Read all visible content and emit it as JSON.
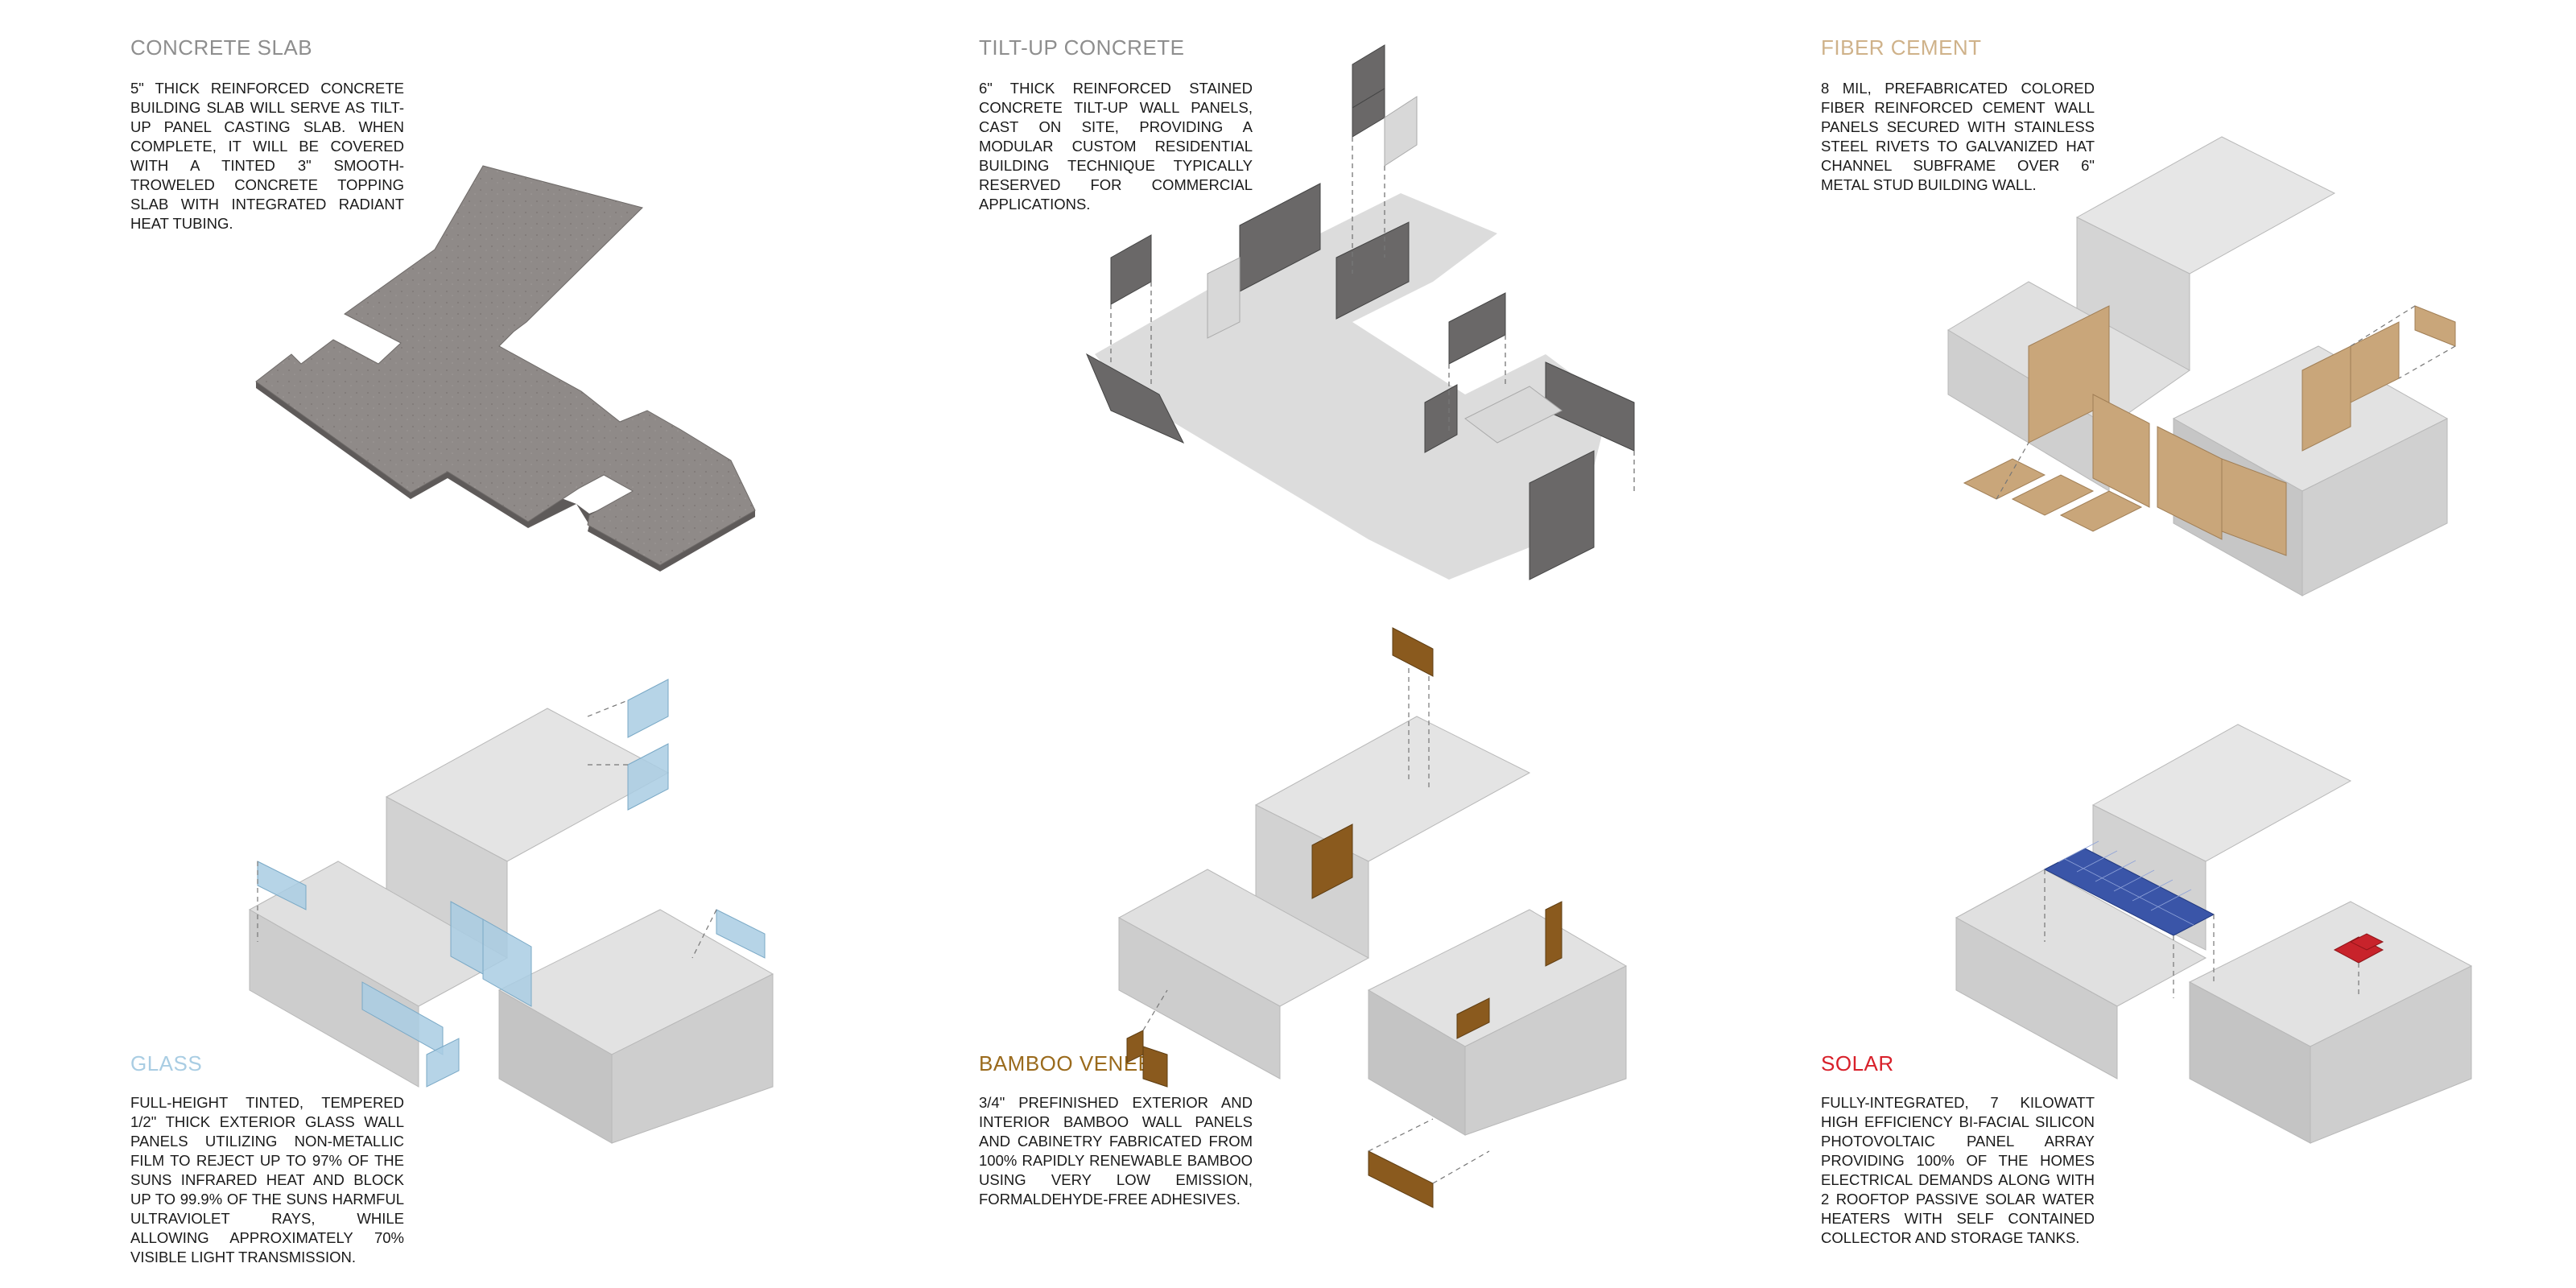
{
  "colors": {
    "concrete": "#8a8583",
    "concrete_dark": "#5e5a59",
    "wall_light": "#dcdcdc",
    "wall_mid": "#c8c8c8",
    "fiber": "#c9a67a",
    "glass": "#a9cde3",
    "bamboo": "#8a5a1e",
    "solar": "#3a55a8",
    "solar_red": "#c8232b"
  },
  "panels": [
    {
      "title": "CONCRETE SLAB",
      "title_color": "#8e8e8e",
      "description": "5\" THICK REINFORCED CONCRETE BUILDING SLAB WILL SERVE AS TILT-UP PANEL CASTING SLAB. WHEN COMPLETE, IT WILL BE COVERED WITH A TINTED 3\" SMOOTH-TROWELED CONCRETE TOPPING SLAB WITH INTEGRATED RADIANT HEAT TUBING."
    },
    {
      "title": "TILT-UP CONCRETE",
      "title_color": "#8e8e8e",
      "description": "6\" THICK REINFORCED STAINED CONCRETE TILT-UP WALL PANELS, CAST ON SITE, PROVIDING A MODULAR CUSTOM RESIDENTIAL BUILDING TECHNIQUE TYPICALLY RESERVED FOR COMMERCIAL APPLICATIONS."
    },
    {
      "title": "FIBER CEMENT",
      "title_color": "#cfb28a",
      "description": "8 MIL, PREFABRICATED COLORED FIBER REINFORCED CEMENT WALL PANELS SECURED WITH STAINLESS STEEL RIVETS TO GALVANIZED HAT CHANNEL SUBFRAME OVER 6\" METAL STUD BUILDING WALL."
    },
    {
      "title": "GLASS",
      "title_color": "#a9cde3",
      "description": "FULL-HEIGHT TINTED, TEMPERED 1/2\" THICK EXTERIOR GLASS WALL PANELS UTILIZING NON-METALLIC FILM TO REJECT UP TO 97% OF THE SUNS INFRARED HEAT AND BLOCK UP TO 99.9% OF THE SUNS HARMFUL ULTRAVIOLET RAYS, WHILE ALLOWING APPROXIMATELY 70% VISIBLE LIGHT TRANSMISSION."
    },
    {
      "title": "BAMBOO VENEER",
      "title_color": "#9a6a1c",
      "description": "3/4\" PREFINISHED EXTERIOR AND INTERIOR BAMBOO WALL PANELS AND CABINETRY FABRICATED FROM 100% RAPIDLY RENEWABLE BAMBOO USING VERY LOW EMISSION, FORMALDEHYDE-FREE ADHESIVES."
    },
    {
      "title": "SOLAR",
      "title_color": "#d8202a",
      "description": "FULLY-INTEGRATED, 7 KILOWATT HIGH EFFICIENCY BI-FACIAL SILICON PHOTOVOLTAIC PANEL ARRAY PROVIDING 100% OF THE HOMES ELECTRICAL DEMANDS ALONG WITH 2 ROOFTOP PASSIVE SOLAR WATER HEATERS WITH SELF CONTAINED COLLECTOR AND STORAGE TANKS."
    }
  ]
}
